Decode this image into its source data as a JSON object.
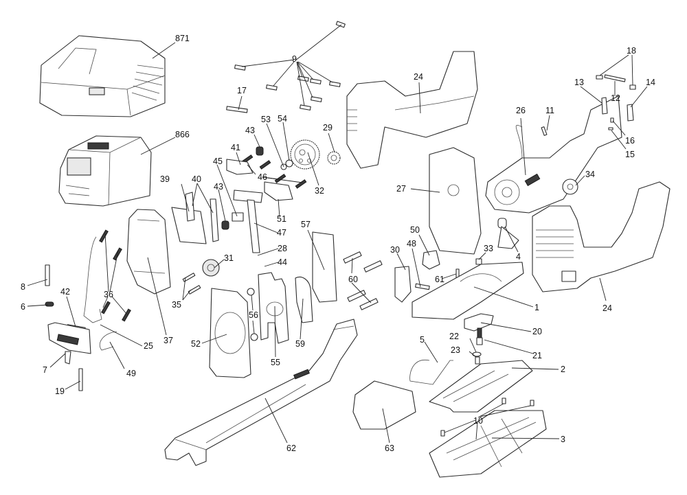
{
  "diagram": {
    "type": "exploded-parts-view",
    "colors": {
      "line": "#2b2b2b",
      "background": "#ffffff",
      "label": "#111111"
    },
    "callouts": [
      {
        "id": "871",
        "label": "871"
      },
      {
        "id": "866",
        "label": "866"
      },
      {
        "id": "9",
        "label": "9"
      },
      {
        "id": "17",
        "label": "17"
      },
      {
        "id": "43a",
        "label": "43"
      },
      {
        "id": "53",
        "label": "53"
      },
      {
        "id": "54",
        "label": "54"
      },
      {
        "id": "29",
        "label": "29"
      },
      {
        "id": "41",
        "label": "41"
      },
      {
        "id": "46",
        "label": "46"
      },
      {
        "id": "32",
        "label": "32"
      },
      {
        "id": "45",
        "label": "45"
      },
      {
        "id": "43b",
        "label": "43"
      },
      {
        "id": "39",
        "label": "39"
      },
      {
        "id": "40",
        "label": "40"
      },
      {
        "id": "51",
        "label": "51"
      },
      {
        "id": "47",
        "label": "47"
      },
      {
        "id": "57",
        "label": "57"
      },
      {
        "id": "28",
        "label": "28"
      },
      {
        "id": "44",
        "label": "44"
      },
      {
        "id": "31",
        "label": "31"
      },
      {
        "id": "35",
        "label": "35"
      },
      {
        "id": "37",
        "label": "37"
      },
      {
        "id": "36",
        "label": "36"
      },
      {
        "id": "8",
        "label": "8"
      },
      {
        "id": "42",
        "label": "42"
      },
      {
        "id": "6",
        "label": "6"
      },
      {
        "id": "25",
        "label": "25"
      },
      {
        "id": "7",
        "label": "7"
      },
      {
        "id": "49",
        "label": "49"
      },
      {
        "id": "19",
        "label": "19"
      },
      {
        "id": "52",
        "label": "52"
      },
      {
        "id": "56",
        "label": "56"
      },
      {
        "id": "55",
        "label": "55"
      },
      {
        "id": "59",
        "label": "59"
      },
      {
        "id": "60",
        "label": "60"
      },
      {
        "id": "62",
        "label": "62"
      },
      {
        "id": "24a",
        "label": "24"
      },
      {
        "id": "27",
        "label": "27"
      },
      {
        "id": "50",
        "label": "50"
      },
      {
        "id": "48",
        "label": "48"
      },
      {
        "id": "30",
        "label": "30"
      },
      {
        "id": "33",
        "label": "33"
      },
      {
        "id": "4",
        "label": "4"
      },
      {
        "id": "61",
        "label": "61"
      },
      {
        "id": "1",
        "label": "1"
      },
      {
        "id": "20",
        "label": "20"
      },
      {
        "id": "22",
        "label": "22"
      },
      {
        "id": "21",
        "label": "21"
      },
      {
        "id": "23",
        "label": "23"
      },
      {
        "id": "5",
        "label": "5"
      },
      {
        "id": "2",
        "label": "2"
      },
      {
        "id": "10",
        "label": "10"
      },
      {
        "id": "3",
        "label": "3"
      },
      {
        "id": "63",
        "label": "63"
      },
      {
        "id": "26",
        "label": "26"
      },
      {
        "id": "11",
        "label": "11"
      },
      {
        "id": "18",
        "label": "18"
      },
      {
        "id": "12",
        "label": "12"
      },
      {
        "id": "13",
        "label": "13"
      },
      {
        "id": "14",
        "label": "14"
      },
      {
        "id": "16",
        "label": "16"
      },
      {
        "id": "15",
        "label": "15"
      },
      {
        "id": "34",
        "label": "34"
      },
      {
        "id": "24b",
        "label": "24"
      }
    ]
  }
}
